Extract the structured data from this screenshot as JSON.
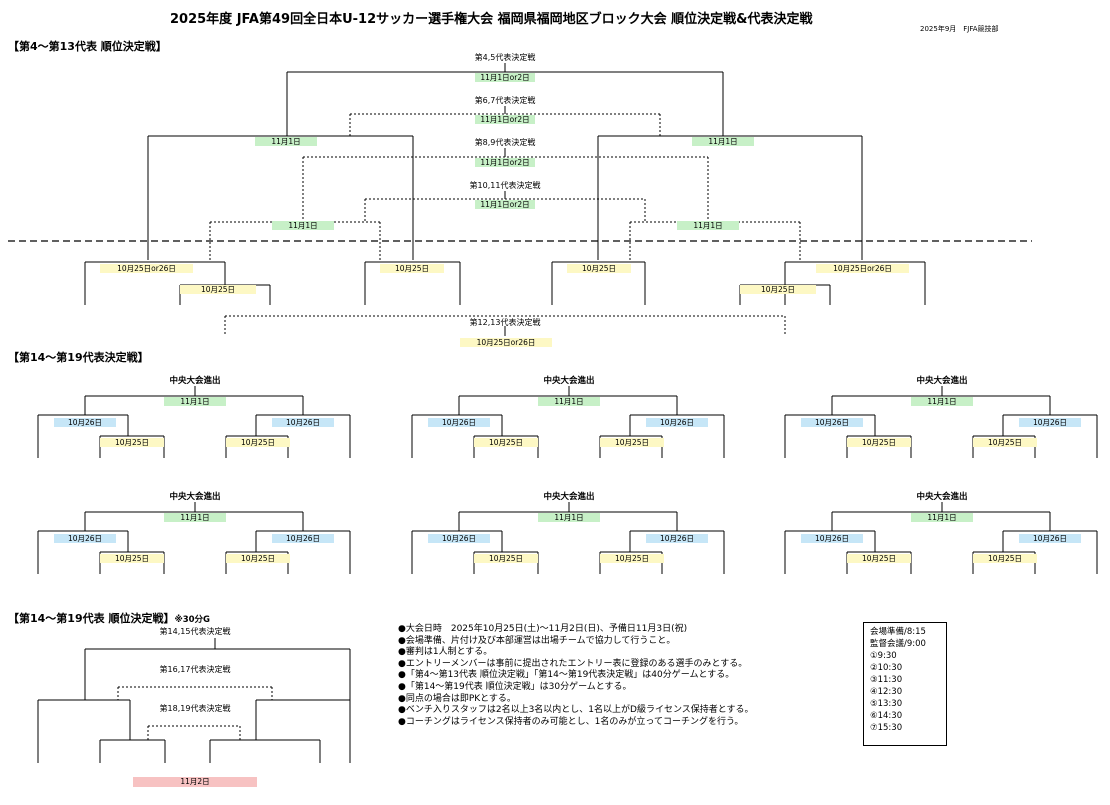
{
  "header": {
    "title": "2025年度 JFA第49回全日本U-12サッカー選手権大会 福岡県福岡地区ブロック大会 順位決定戦&代表決定戦",
    "org": "2025年9月　FJFA競技部"
  },
  "section1": {
    "heading": "【第4～第13代表 順位決定戦】",
    "labels": [
      "第4,5代表決定戦",
      "第6,7代表決定戦",
      "第8,9代表決定戦",
      "第10,11代表決定戦",
      "第12,13代表決定戦"
    ],
    "dates": {
      "d45": "11月1日or2日",
      "d67": "11月1日or2日",
      "d89": "11月1日or2日",
      "d1011": "11月1日or2日",
      "left_top": "11月1日",
      "right_top": "11月1日",
      "left_mid": "11月1日",
      "right_mid": "11月1日",
      "b1": "10月25日or26日",
      "b2": "10月25日",
      "b3": "10月25日",
      "b4": "10月25日",
      "b5": "10月25日or26日",
      "b6": "10月25日",
      "d1213": "10月25日or26日"
    }
  },
  "section2": {
    "heading": "【第14～第19代表決定戦】",
    "block_title": "中央大会進出",
    "final_date": "11月1日",
    "semi_date": "10月26日",
    "qual_date": "10月25日"
  },
  "section3": {
    "heading": "【第14～第19代表 順位決定戦】",
    "note": "※30分G",
    "labels": [
      "第14,15代表決定戦",
      "第16,17代表決定戦",
      "第18,19代表決定戦"
    ],
    "date": "11月2日"
  },
  "notes": [
    "●大会日時　2025年10月25日(土)～11月2日(日)、予備日11月3日(祝)",
    "●会場準備、片付け及び本部運営は出場チームで協力して行うこと。",
    "●審判は1人制とする。",
    "●エントリーメンバーは事前に提出されたエントリー表に登録のある選手のみとする。",
    "●「第4～第13代表 順位決定戦」「第14～第19代表決定戦」は40分ゲームとする。",
    "●「第14～第19代表 順位決定戦」は30分ゲームとする。",
    "●同点の場合は即PKとする。",
    "●ベンチ入りスタッフは2名以上3名以内とし、1名以上がD級ライセンス保持者とする。",
    "●コーチングはライセンス保持者のみ可能とし、1名のみが立ってコーチングを行う。"
  ],
  "schedule": [
    "会場準備/8:15",
    "監督会議/9:00",
    "①9:30",
    "②10:30",
    "③11:30",
    "④12:30",
    "⑤13:30",
    "⑥14:30",
    "⑦15:30"
  ],
  "colors": {
    "green": "#c7f0c7",
    "yellow": "#fdf8c4",
    "blue": "#c6e6f7",
    "red": "#f7c2c2"
  }
}
